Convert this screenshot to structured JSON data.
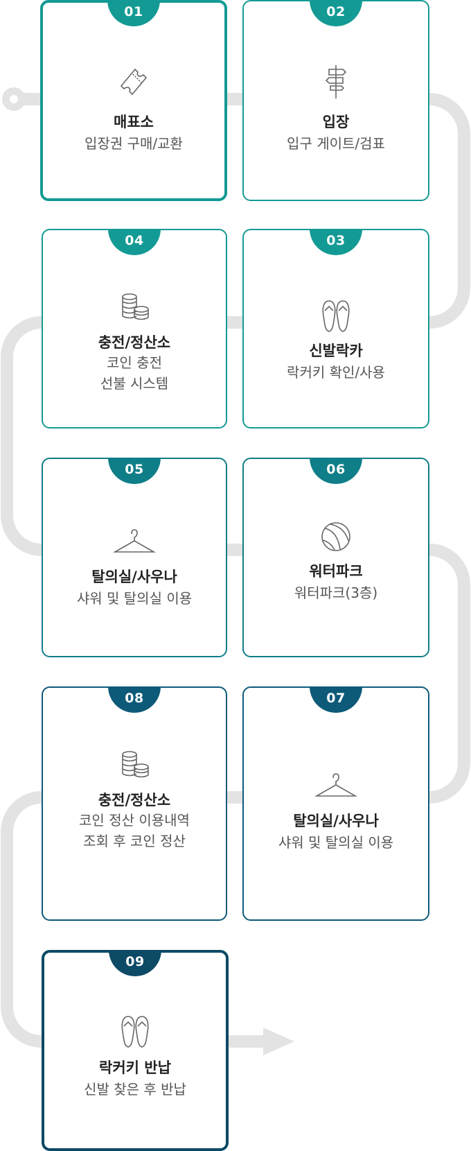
{
  "colors": {
    "teal": "#139a94",
    "teal_dark": "#0f7e88",
    "blue_dark": "#0d5a78",
    "navy": "#0d4a66",
    "path": "#e3e3e3"
  },
  "steps": [
    {
      "num": "01",
      "title": "매표소",
      "desc": [
        "입장권 구매/교환"
      ],
      "icon": "ticket-icon"
    },
    {
      "num": "02",
      "title": "입장",
      "desc": [
        "입구 게이트/검표"
      ],
      "icon": "signpost-icon"
    },
    {
      "num": "03",
      "title": "신발락카",
      "desc": [
        "락커키 확인/사용"
      ],
      "icon": "flip-flops-icon"
    },
    {
      "num": "04",
      "title": "충전/정산소",
      "desc": [
        "코인 충전",
        "선불 시스템"
      ],
      "icon": "coins-icon"
    },
    {
      "num": "05",
      "title": "탈의실/사우나",
      "desc": [
        "샤워 및 탈의실 이용"
      ],
      "icon": "hanger-icon"
    },
    {
      "num": "06",
      "title": "워터파크",
      "desc": [
        "워터파크(3층)"
      ],
      "icon": "beach-ball-icon"
    },
    {
      "num": "07",
      "title": "탈의실/사우나",
      "desc": [
        "샤워 및 탈의실 이용"
      ],
      "icon": "hanger-icon"
    },
    {
      "num": "08",
      "title": "충전/정산소",
      "desc": [
        "코인 정산 이용내역",
        "조회 후 코인 정산"
      ],
      "icon": "coins-icon"
    },
    {
      "num": "09",
      "title": "락커키 반납",
      "desc": [
        "신발 찾은 후 반납"
      ],
      "icon": "flip-flops-icon"
    }
  ]
}
